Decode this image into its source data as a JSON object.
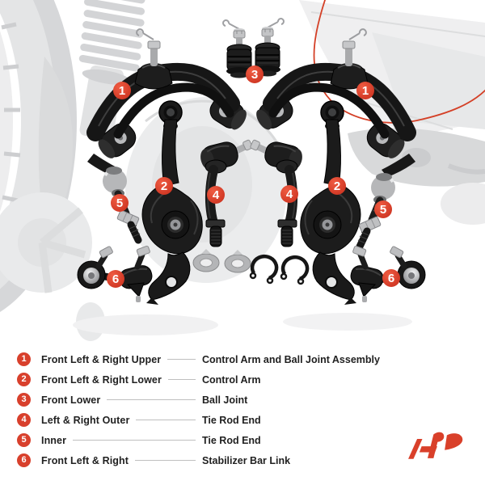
{
  "markers": [
    {
      "label": "1"
    },
    {
      "label": "1"
    },
    {
      "label": "3"
    },
    {
      "label": "2"
    },
    {
      "label": "2"
    },
    {
      "label": "4"
    },
    {
      "label": "4"
    },
    {
      "label": "5"
    },
    {
      "label": "5"
    },
    {
      "label": "6"
    },
    {
      "label": "6"
    }
  ],
  "legend": {
    "rows": [
      {
        "num": "1",
        "position": "Front Left & Right Upper",
        "part": "Control Arm and Ball Joint Assembly"
      },
      {
        "num": "2",
        "position": "Front Left & Right Lower",
        "part": "Control Arm"
      },
      {
        "num": "3",
        "position": "Front Lower",
        "part": "Ball Joint"
      },
      {
        "num": "4",
        "position": "Left & Right Outer",
        "part": "Tie Rod End"
      },
      {
        "num": "5",
        "position": "Inner",
        "part": "Tie Rod End"
      },
      {
        "num": "6",
        "position": "Front Left & Right",
        "part": "Stabilizer Bar Link"
      }
    ]
  },
  "pictured_parts": [
    "2x front upper control arm with ball joint",
    "2x front lower control arm",
    "2x lower ball joint",
    "2x outer tie rod end",
    "2x inner tie rod end",
    "2x stabilizer bar link",
    "2x wave washer",
    "2x snap ring"
  ],
  "colors": {
    "accent_red": "#d9402a",
    "marker_red": "#d8402c",
    "text_dark": "#212121",
    "legend_line_gray": "#bfbfbf",
    "part_black": "#1a1a1a",
    "faded_photo_gray": "#dcdddf"
  },
  "logo": {
    "name": "a-premium-logo-mark",
    "color": "#d9402a"
  }
}
